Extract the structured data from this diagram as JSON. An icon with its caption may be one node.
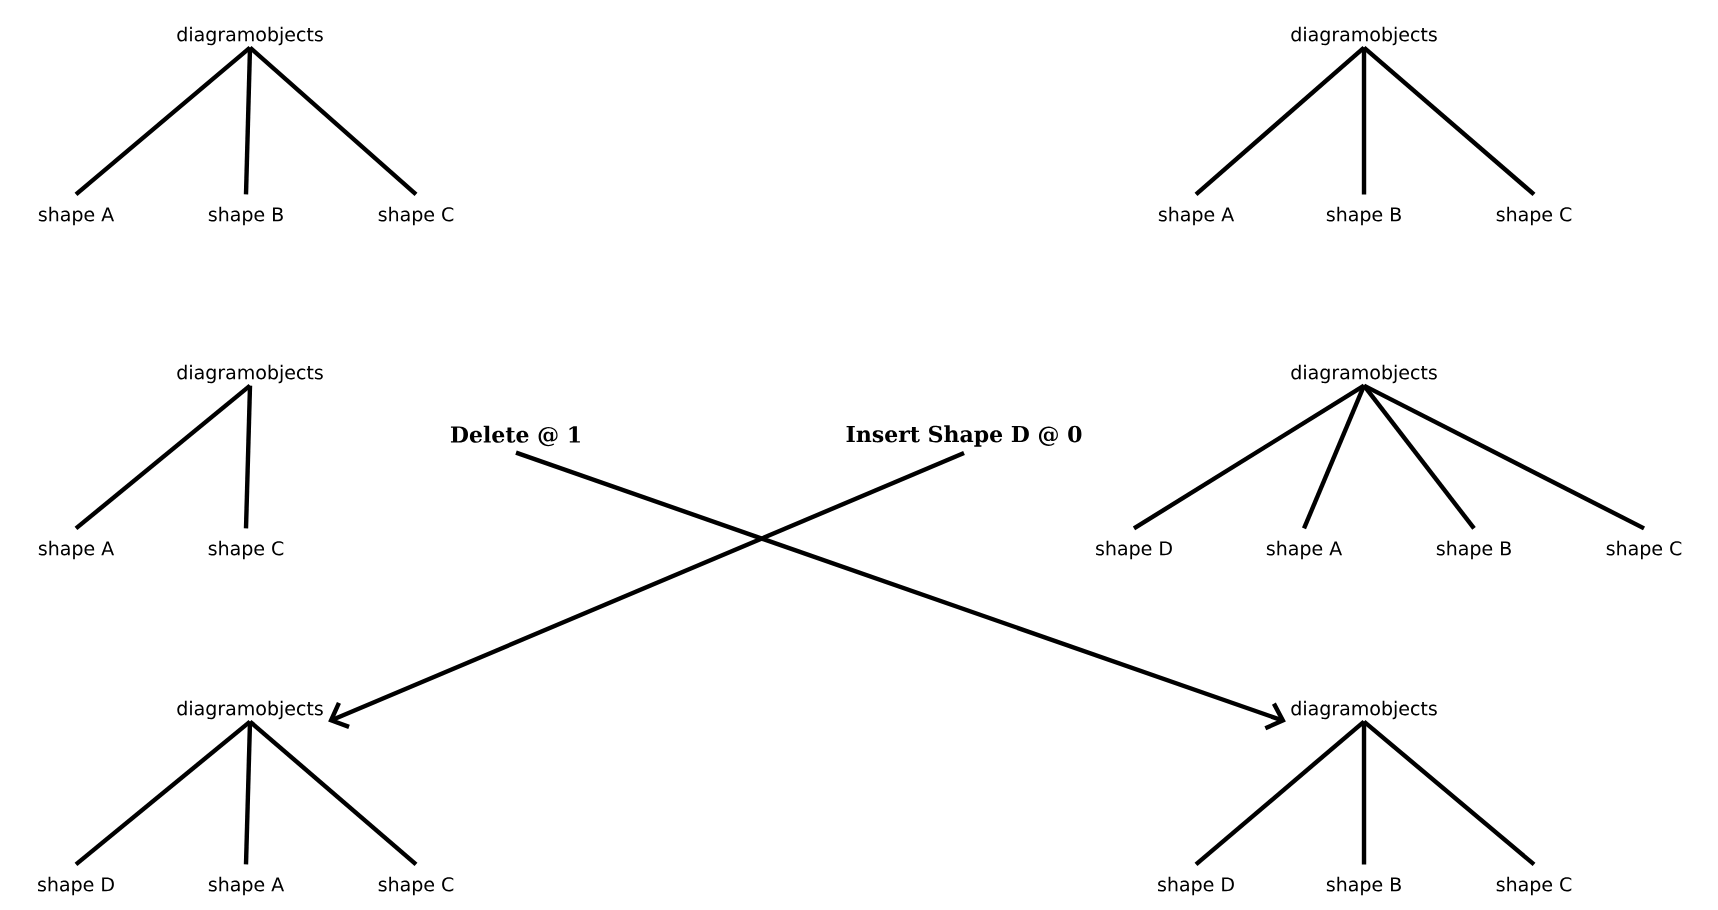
{
  "diagram": {
    "nodes": [
      {
        "text": [
          "diagramobjects"
        ]
      },
      {
        "text": [
          "shape A"
        ]
      },
      {
        "text": [
          "shape B"
        ]
      },
      {
        "text": [
          "shape C"
        ]
      },
      {
        "text": [
          "diagramobjects"
        ]
      },
      {
        "text": [
          "shape A"
        ]
      },
      {
        "text": [
          "shape B"
        ]
      },
      {
        "text": [
          "shape C"
        ]
      },
      {
        "text": [
          "diagramobjects"
        ]
      },
      {
        "text": [
          "shape A"
        ]
      },
      {
        "text": [
          "shape C"
        ]
      },
      {
        "text": [
          "diagramobjects"
        ]
      },
      {
        "text": [
          "shape D"
        ]
      },
      {
        "text": [
          "shape A"
        ]
      },
      {
        "text": [
          "shape B"
        ]
      },
      {
        "text": [
          "shape C"
        ]
      },
      {
        "text": [
          "diagramobjects"
        ]
      },
      {
        "text": [
          "shape D"
        ]
      },
      {
        "text": [
          "shape A"
        ]
      },
      {
        "text": [
          "shape C"
        ]
      },
      {
        "text": [
          "diagramobjects"
        ]
      },
      {
        "text": [
          "shape D"
        ]
      },
      {
        "text": [
          "shape B"
        ]
      },
      {
        "text": [
          "shape C"
        ]
      },
      {
        "text": [
          "Delete @ 1"
        ]
      },
      {
        "text": [
          "Insert Shape D @ 0"
        ]
      }
    ],
    "edges": [
      {
        "from": 0,
        "to": 1,
        "arrow": "none"
      },
      {
        "from": 0,
        "to": 2,
        "arrow": "none"
      },
      {
        "from": 0,
        "to": 3,
        "arrow": "none"
      },
      {
        "from": 4,
        "to": 5,
        "arrow": "none"
      },
      {
        "from": 4,
        "to": 6,
        "arrow": "none"
      },
      {
        "from": 4,
        "to": 7,
        "arrow": "none"
      },
      {
        "from": 8,
        "to": 9,
        "arrow": "none"
      },
      {
        "from": 8,
        "to": 10,
        "arrow": "none"
      },
      {
        "from": 11,
        "to": 12,
        "arrow": "none"
      },
      {
        "from": 11,
        "to": 13,
        "arrow": "none"
      },
      {
        "from": 11,
        "to": 14,
        "arrow": "none"
      },
      {
        "from": 11,
        "to": 15,
        "arrow": "none"
      },
      {
        "from": 16,
        "to": 17,
        "arrow": "none"
      },
      {
        "from": 16,
        "to": 18,
        "arrow": "none"
      },
      {
        "from": 16,
        "to": 19,
        "arrow": "none"
      },
      {
        "from": 20,
        "to": 21,
        "arrow": "none"
      },
      {
        "from": 20,
        "to": 22,
        "arrow": "none"
      },
      {
        "from": 20,
        "to": 23,
        "arrow": "none"
      },
      {
        "from": 24,
        "to": 20,
        "arrow": "to"
      },
      {
        "from": 25,
        "to": 16,
        "arrow": "to"
      }
    ]
  }
}
